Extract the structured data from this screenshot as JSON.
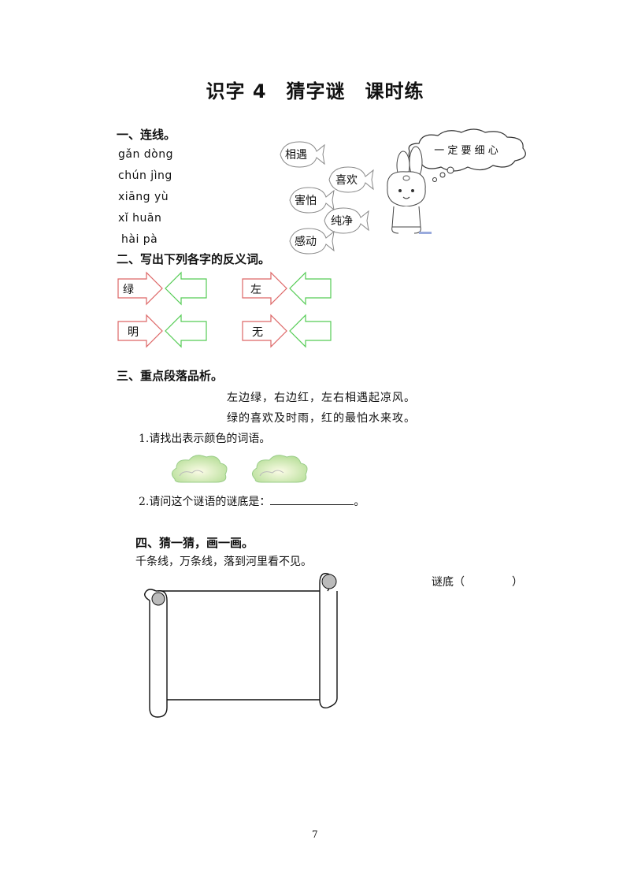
{
  "title": "识字 4　猜字谜　课时练",
  "section1": {
    "heading": "一、连线。",
    "pinyin": [
      "gǎn  dòng",
      "chún  jìng",
      "xiāng  yù",
      "xǐ  huān",
      "hài  pà"
    ],
    "words": [
      "相遇",
      "喜欢",
      "害怕",
      "纯净",
      "感动"
    ],
    "thought_text": "一 定 要 细 心"
  },
  "section2": {
    "heading": "二、写出下列各字的反义词。",
    "chars": [
      "绿",
      "左",
      "明",
      "无"
    ]
  },
  "section3": {
    "heading": "三、重点段落品析。",
    "riddle_line1": "左边绿，右边红，左右相遇起凉风。",
    "riddle_line2": "绿的喜欢及时雨，红的最怕水来攻。",
    "q1": "1.请找出表示颜色的词语。",
    "q2_prefix": "2.请问这个谜语的谜底是：",
    "q2_suffix": "。"
  },
  "section4": {
    "heading": "四、猜一猜，画一画。",
    "riddle": "千条线，万条线，落到河里看不见。",
    "answer_label": "谜底（",
    "answer_close": "）"
  },
  "page_number": "7"
}
